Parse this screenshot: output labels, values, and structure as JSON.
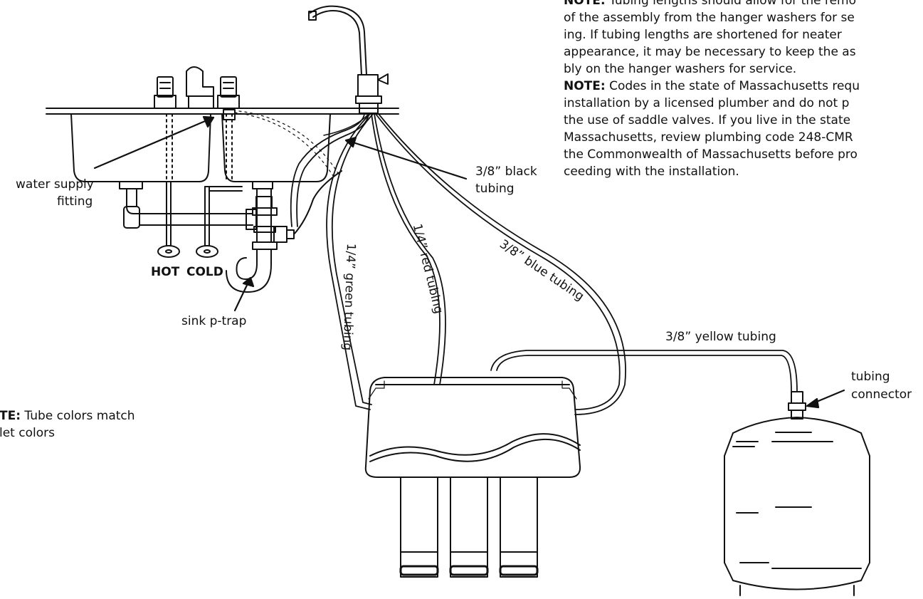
{
  "labels": {
    "water_supply": "water supply",
    "water_supply_2": "fitting",
    "hot": "HOT",
    "cold": "COLD",
    "ptrap": "sink p-trap",
    "black_tube_1": "3/8” black",
    "black_tube_2": "tubing",
    "green_tube": "1/4” green tubing",
    "red_tube": "1/4” red tubing",
    "blue_tube": "3/8” blue tubing",
    "yellow_tube": "3/8” yellow tubing",
    "connector_1": "tubing",
    "connector_2": "connector"
  },
  "notes": {
    "top_lines": [
      {
        "bold": "NOTE:",
        "text": " Tubing lengths should allow for the remo"
      },
      {
        "bold": "",
        "text": "of the assembly from the hanger washers for se"
      },
      {
        "bold": "",
        "text": "ing. If tubing lengths are shortened for neater"
      },
      {
        "bold": "",
        "text": "appearance, it may be necessary to keep the as"
      },
      {
        "bold": "",
        "text": "bly on the hanger washers for service."
      },
      {
        "bold": "NOTE:",
        "text": " Codes in the state of Massachusetts requ"
      },
      {
        "bold": "",
        "text": "installation by a licensed plumber and do not p"
      },
      {
        "bold": "",
        "text": "the use of saddle valves. If you live in the state "
      },
      {
        "bold": "",
        "text": "Massachusetts, review plumbing code 248-CMR"
      },
      {
        "bold": "",
        "text": "the Commonwealth of Massachusetts before pro"
      },
      {
        "bold": "",
        "text": "ceeding with the installation."
      }
    ],
    "left_lines": [
      {
        "bold": "TE:",
        "text": " Tube colors match"
      },
      {
        "bold": "",
        "text": "let colors"
      }
    ]
  }
}
